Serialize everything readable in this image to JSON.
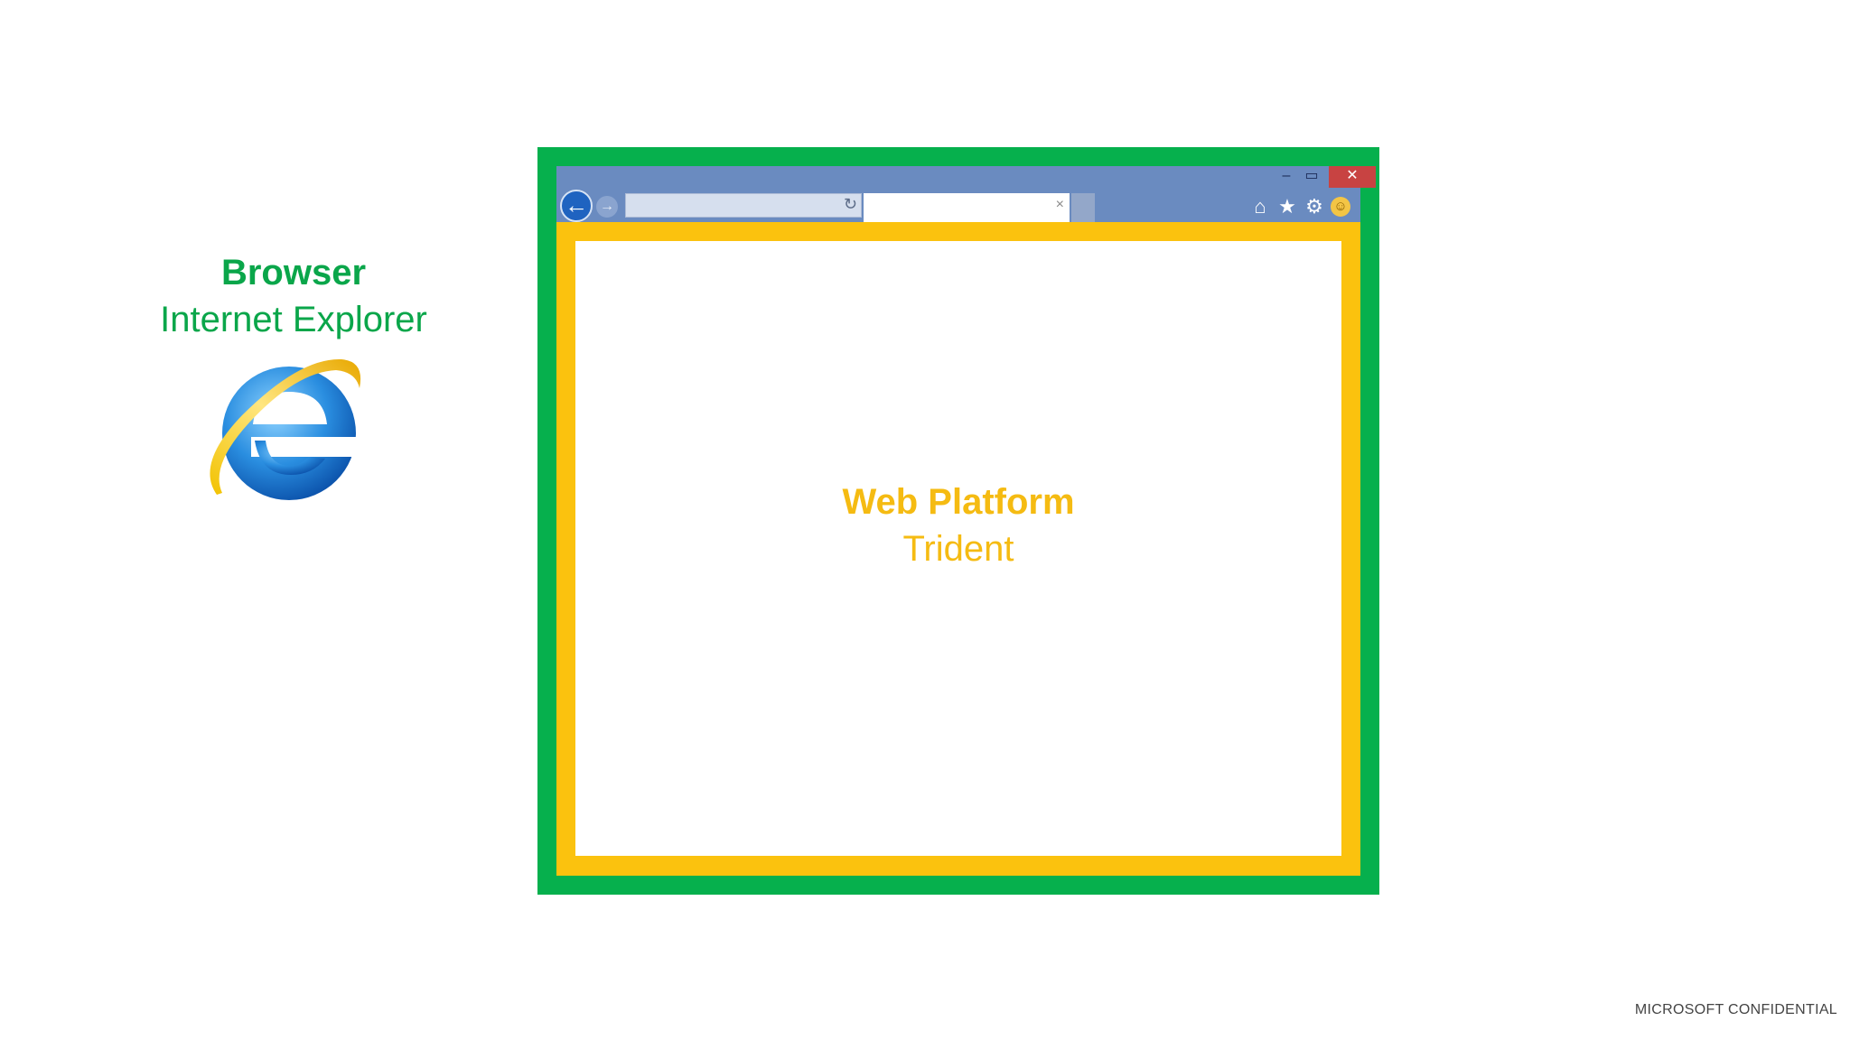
{
  "browser": {
    "title": "Browser",
    "subtitle": "Internet Explorer",
    "logo_icon": "internet-explorer-logo"
  },
  "window": {
    "minimize_glyph": "–",
    "maximize_glyph": "▭",
    "close_glyph": "✕",
    "back_glyph": "←",
    "forward_glyph": "→",
    "refresh_glyph": "↻",
    "tab_close_glyph": "×",
    "home_glyph": "⌂",
    "star_glyph": "★",
    "gear_glyph": "⚙",
    "smiley_glyph": "☺"
  },
  "platform": {
    "title": "Web Platform",
    "subtitle": "Trident"
  },
  "footer": {
    "confidential": "MICROSOFT CONFIDENTIAL"
  },
  "colors": {
    "browser_green": "#06b04d",
    "platform_yellow": "#fbc20e",
    "chrome_blue": "#6a8bc0",
    "close_red": "#c84342"
  }
}
